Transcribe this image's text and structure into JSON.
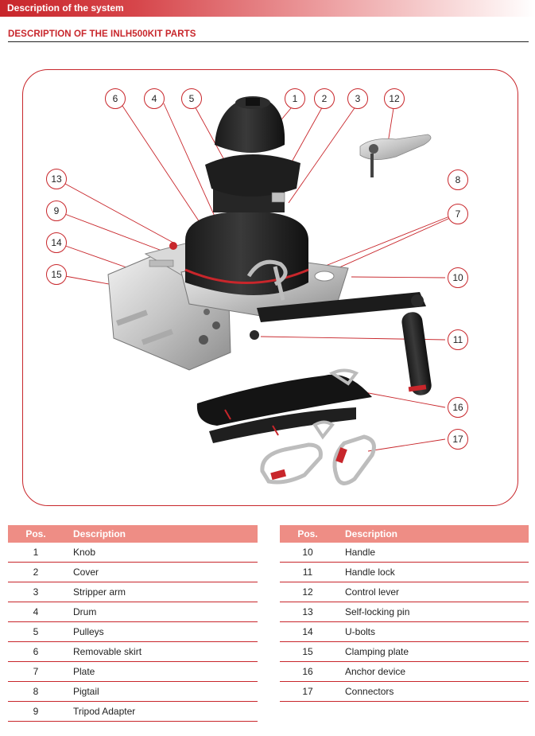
{
  "header": {
    "section_label": "Description of the system",
    "title": "DESCRIPTION OF THE INLH500KIT PARTS"
  },
  "colors": {
    "accent": "#c8262b",
    "table_header": "#ee8d85"
  },
  "callouts": [
    "1",
    "2",
    "3",
    "4",
    "5",
    "6",
    "7",
    "8",
    "9",
    "10",
    "11",
    "12",
    "13",
    "14",
    "15",
    "16",
    "17"
  ],
  "table": {
    "col_pos": "Pos.",
    "col_desc": "Description",
    "left_rows": [
      {
        "pos": "1",
        "desc": "Knob"
      },
      {
        "pos": "2",
        "desc": "Cover"
      },
      {
        "pos": "3",
        "desc": "Stripper arm"
      },
      {
        "pos": "4",
        "desc": "Drum"
      },
      {
        "pos": "5",
        "desc": "Pulleys"
      },
      {
        "pos": "6",
        "desc": "Removable skirt"
      },
      {
        "pos": "7",
        "desc": "Plate"
      },
      {
        "pos": "8",
        "desc": "Pigtail"
      },
      {
        "pos": "9",
        "desc": "Tripod Adapter"
      }
    ],
    "right_rows": [
      {
        "pos": "10",
        "desc": "Handle"
      },
      {
        "pos": "11",
        "desc": "Handle lock"
      },
      {
        "pos": "12",
        "desc": "Control lever"
      },
      {
        "pos": "13",
        "desc": "Self-locking pin"
      },
      {
        "pos": "14",
        "desc": "U-bolts"
      },
      {
        "pos": "15",
        "desc": "Clamping plate"
      },
      {
        "pos": "16",
        "desc": "Anchor device"
      },
      {
        "pos": "17",
        "desc": "Connectors"
      }
    ]
  }
}
